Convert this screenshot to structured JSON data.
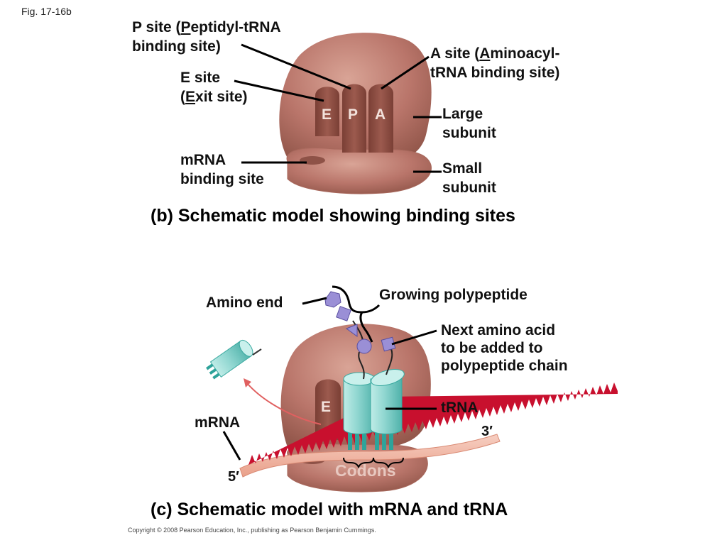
{
  "figure_label": "Fig. 17-16b",
  "panel_b": {
    "p_site_line1_pre": "P site (",
    "p_site_line1_u": "P",
    "p_site_line1_post": "eptidyl-tRNA",
    "p_site_line2": "binding site)",
    "e_site_line1": "E site",
    "e_site_line2_pre": "(",
    "e_site_line2_u": "E",
    "e_site_line2_post": "xit site)",
    "a_site_line1_pre": "A site (",
    "a_site_line1_u": "A",
    "a_site_line1_post": "minoacyl-",
    "a_site_line2": "tRNA binding site)",
    "large_line1": "Large",
    "large_line2": "subunit",
    "small_line1": "Small",
    "small_line2": "subunit",
    "mrna_site_line1": "mRNA",
    "mrna_site_line2": "binding site",
    "site_E": "E",
    "site_P": "P",
    "site_A": "A",
    "caption": "(b) Schematic model showing binding sites"
  },
  "panel_c": {
    "amino_end": "Amino end",
    "growing": "Growing polypeptide",
    "next_line1": "Next amino acid",
    "next_line2": "to be added to",
    "next_line3": "polypeptide chain",
    "trna": "tRNA",
    "mrna": "mRNA",
    "prime3": "3′",
    "prime5": "5′",
    "codons": "Codons",
    "site_E": "E",
    "caption": "(c) Schematic model with mRNA and tRNA"
  },
  "copyright": "Copyright © 2008 Pearson Education, Inc., publishing as Pearson Benjamin Cummings.",
  "colors": {
    "ribosome": "#b9756a",
    "ribosome_light": "#d39d8f",
    "ribosome_dark": "#8e5247",
    "trna": "#8fd6d0",
    "trna_dark": "#2ea39a",
    "mrna": "#f2b7a3",
    "codon_red": "#c8102e",
    "polypeptide": "#9a8fd6"
  }
}
